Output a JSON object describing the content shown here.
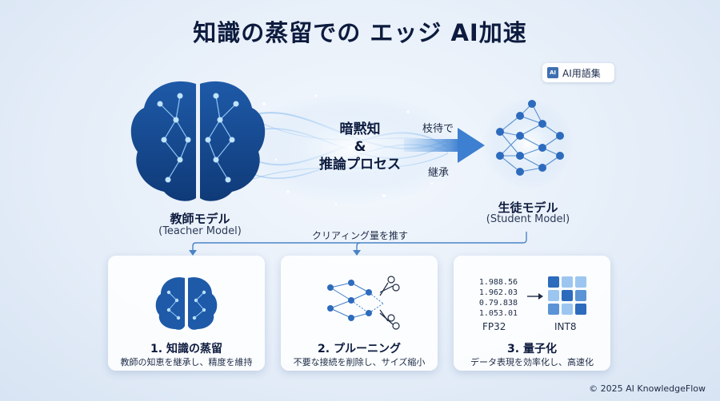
{
  "title": "知識の蒸留での エッジ AI加速",
  "glossary": {
    "icon": "AI",
    "label": "AI用語集"
  },
  "teacher": {
    "name": "教師モデル",
    "name_en": "(Teacher Model)"
  },
  "student": {
    "name": "生徒モデル",
    "name_en": "(Student Model)"
  },
  "transfer": {
    "line1": "暗黙知",
    "line2": "&",
    "line3": "推論プロセス",
    "upper": "枝待で",
    "lower": "継承"
  },
  "connector_label": "クリアィング量を推す",
  "cards": [
    {
      "title": "1. 知識の蒸留",
      "desc": "教師の知恵を継承し、精度を維持"
    },
    {
      "title": "2. プルーニング",
      "desc": "不要な接続を削除し、サイズ縮小"
    },
    {
      "title": "3. 量子化",
      "desc": "データ表現を効率化し、高速化"
    }
  ],
  "quantization": {
    "values": [
      "1.988.56",
      "1.962.03",
      "0.79.838",
      "1.053.01"
    ],
    "from": "FP32",
    "to": "INT8"
  },
  "colors": {
    "primary": "#2a64b0",
    "dark": "#0d1b3e",
    "light": "#9cc6f0"
  },
  "copyright": "© 2025 AI KnowledgeFlow"
}
